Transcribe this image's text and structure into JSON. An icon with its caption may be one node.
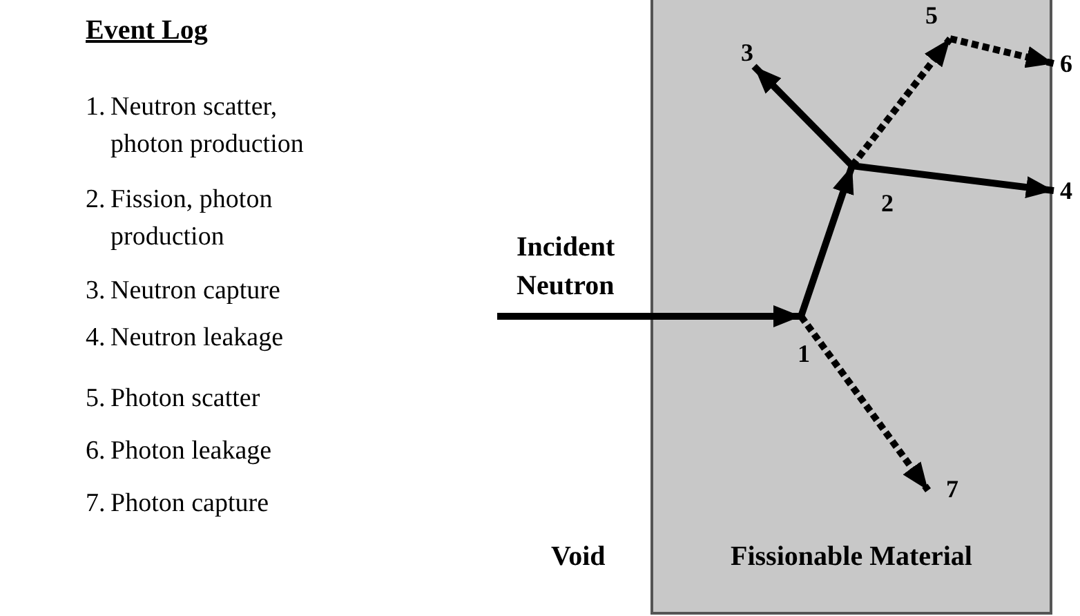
{
  "diagram": {
    "title": "Event Log",
    "nodes": [
      {
        "text": [
          "Fissionable Material"
        ]
      },
      {
        "text": [
          "1"
        ],
        "in": 0
      },
      {
        "text": [
          "2"
        ],
        "in": 0
      },
      {
        "text": [
          "3"
        ],
        "in": 0
      },
      {
        "text": [
          "4"
        ]
      },
      {
        "text": [
          "5"
        ],
        "in": 0
      },
      {
        "text": [
          "6"
        ]
      },
      {
        "text": [
          "7"
        ],
        "in": 0
      }
    ],
    "edges": [
      {
        "from": null,
        "to": 1,
        "arrow": "to",
        "label": "Incident Neutron"
      },
      {
        "from": 1,
        "to": 2,
        "arrow": "to"
      },
      {
        "from": 2,
        "to": 3,
        "arrow": "to"
      },
      {
        "from": 2,
        "to": 4,
        "arrow": "to"
      },
      {
        "from": 2,
        "to": 5,
        "arrow": "to",
        "style": "dashed"
      },
      {
        "from": 5,
        "to": 6,
        "arrow": "to",
        "style": "dashed"
      },
      {
        "from": 1,
        "to": 7,
        "arrow": "to",
        "style": "dashed"
      }
    ],
    "labels": [
      "1.",
      "Neutron scatter, photon production",
      "2.",
      "Fission, photon production",
      "3.",
      "Neutron capture",
      "4.",
      "Neutron leakage",
      "5.",
      "Photon scatter",
      "6.",
      "Photon leakage",
      "7.",
      "Photon capture",
      "Void"
    ]
  }
}
